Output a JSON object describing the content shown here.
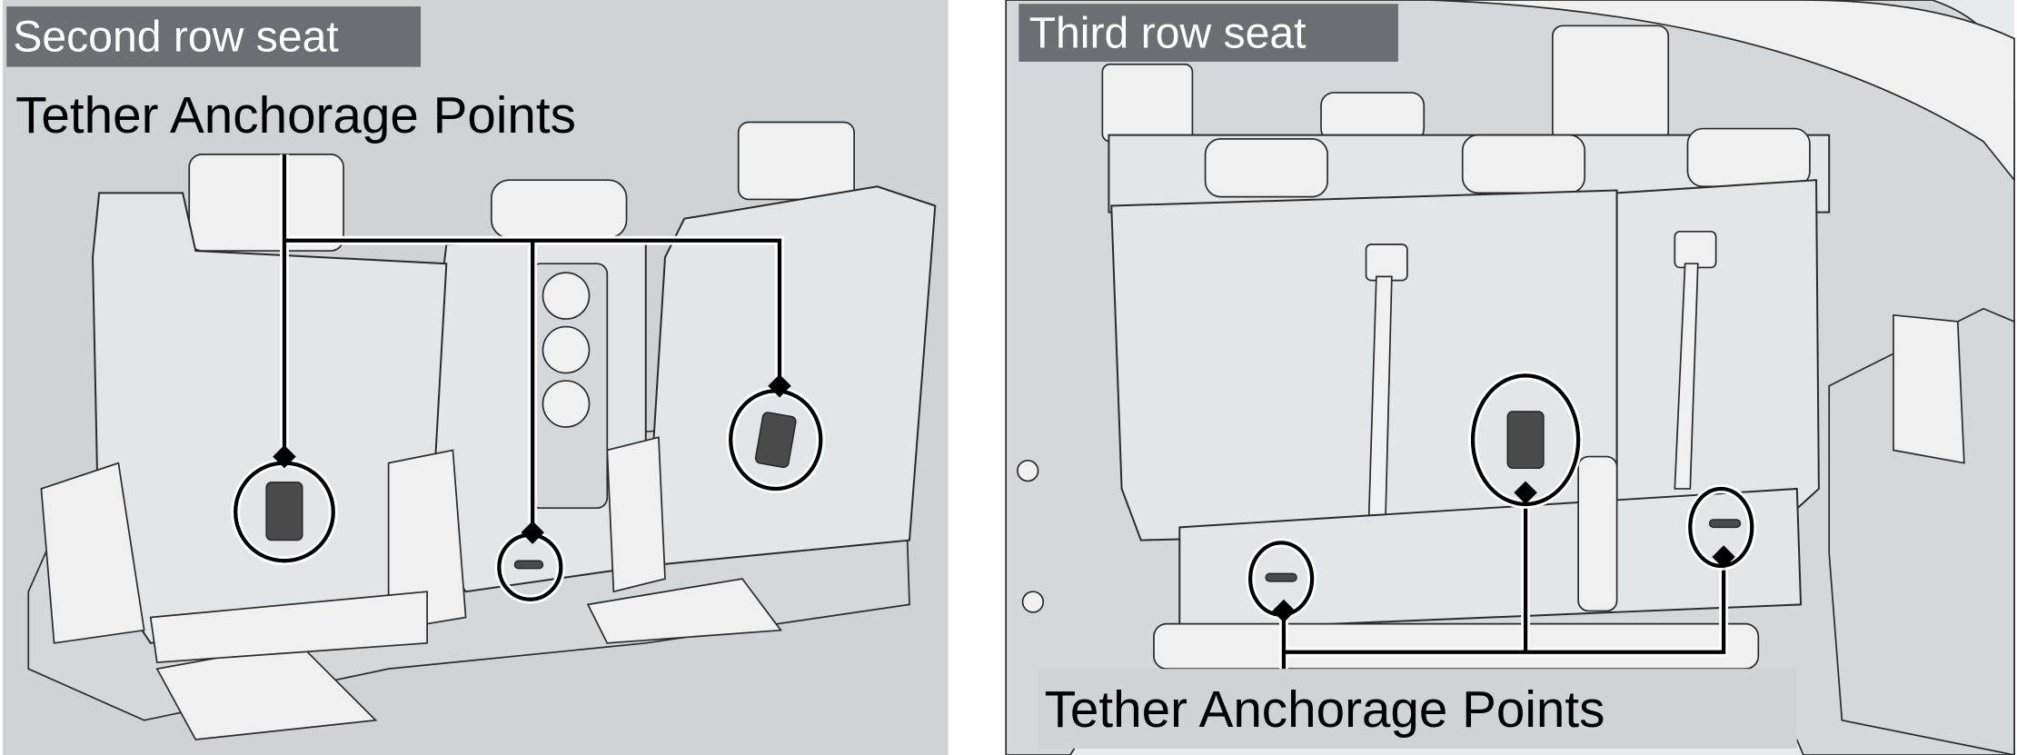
{
  "panels": [
    {
      "title": "Second row seat",
      "callout": "Tether Anchorage Points",
      "anchor_count": 3
    },
    {
      "title": "Third row seat",
      "callout": "Tether Anchorage Points",
      "anchor_count": 3
    }
  ],
  "colors": {
    "panel_background": "#d1d2d4",
    "label_box": "#6d6e71",
    "label_text": "#ffffff",
    "leader_line": "#000000"
  }
}
